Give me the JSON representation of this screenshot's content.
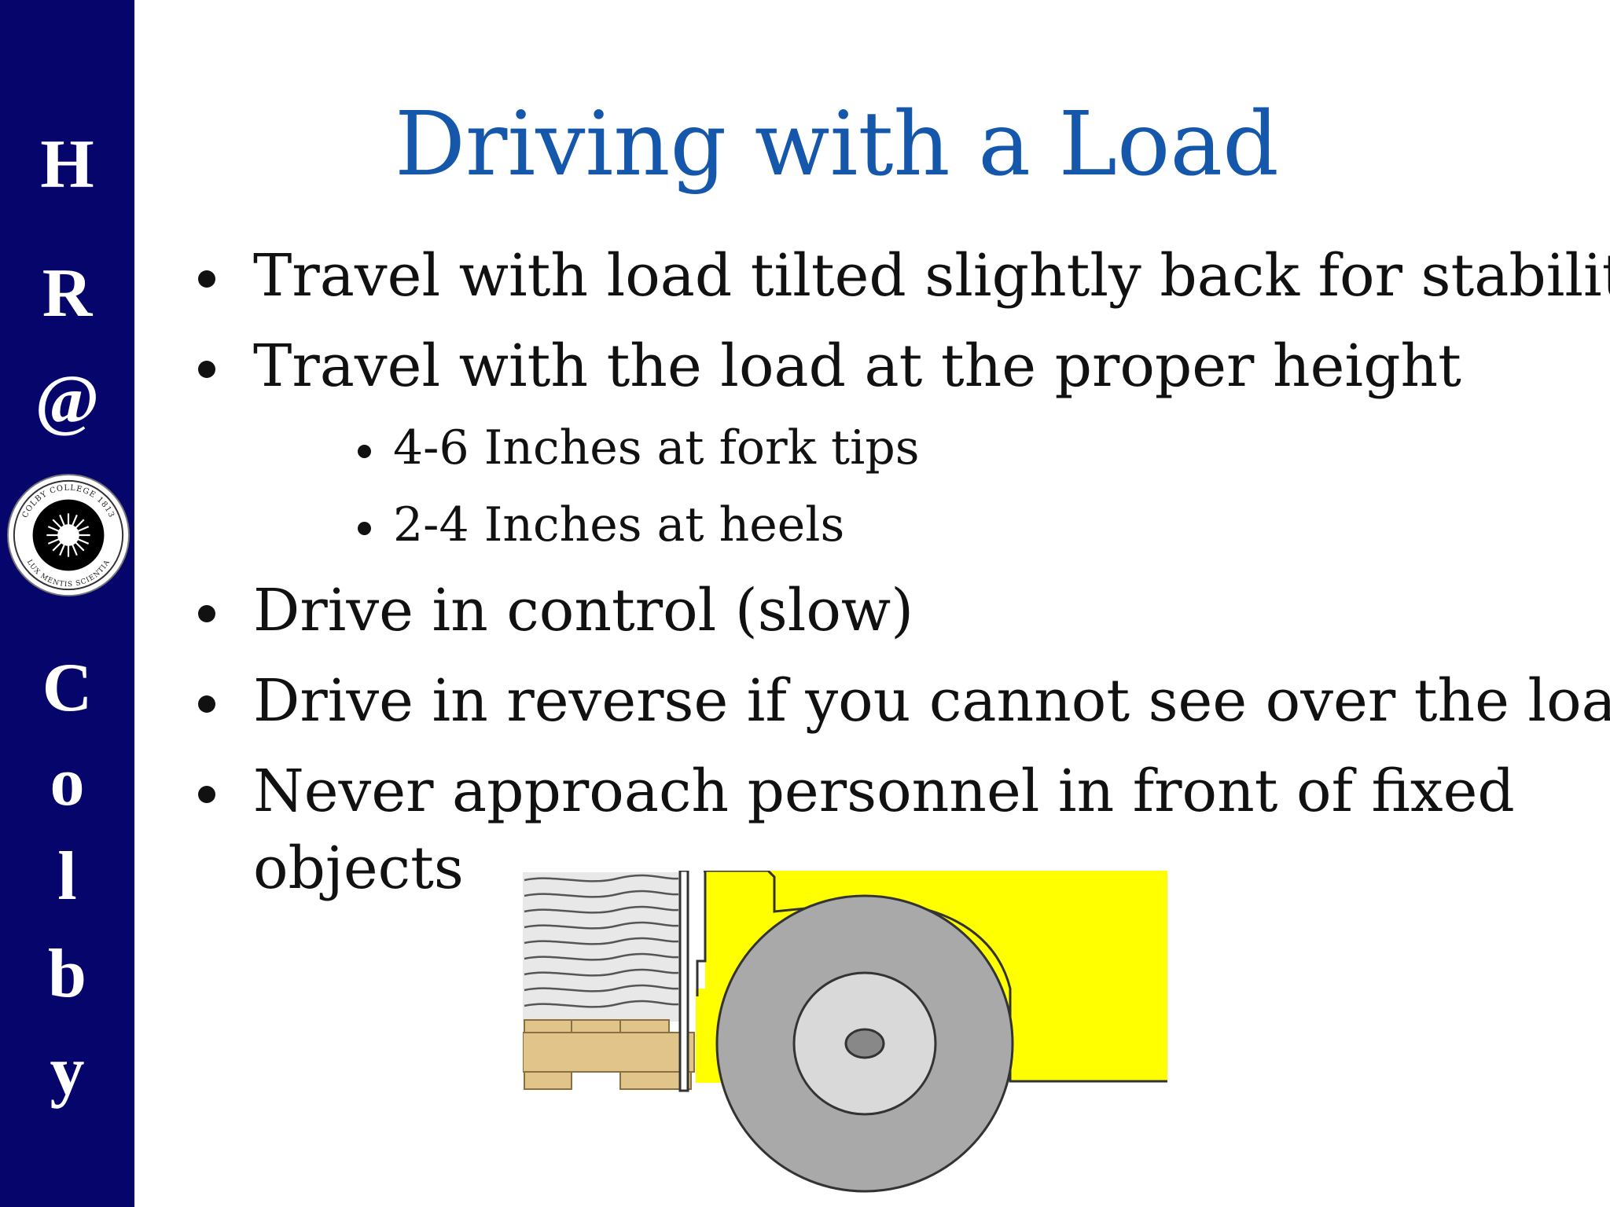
{
  "sidebar": {
    "letters": [
      "H",
      "R",
      "@",
      "C",
      "o",
      "l",
      "b",
      "y"
    ],
    "seal": {
      "ring_text_top": "COLBY COLLEGE 1813",
      "ring_text_bottom": "LUX MENTIS SCIENTIA",
      "icon": "sunburst-seal-icon"
    }
  },
  "slide": {
    "title": "Driving with a Load",
    "bullets": [
      "Travel with load tilted slightly back for stability",
      "Travel with the load at the proper height",
      "Drive in control (slow)",
      "Drive in reverse if you cannot see over the load",
      "Never approach personnel in front of fixed",
      "objects"
    ],
    "sub_bullets": [
      "4-6 Inches at fork tips",
      "2-4 Inches at heels"
    ]
  },
  "illustration": {
    "icon": "forklift-with-load-illustration",
    "colors": {
      "body": "#ffff00",
      "pallet": "#e1c48a",
      "tire": "#a9a9a9",
      "load": "#e8e8e8"
    }
  },
  "colors": {
    "sidebar": "#05056b",
    "title": "#1558ab",
    "text": "#111111"
  }
}
